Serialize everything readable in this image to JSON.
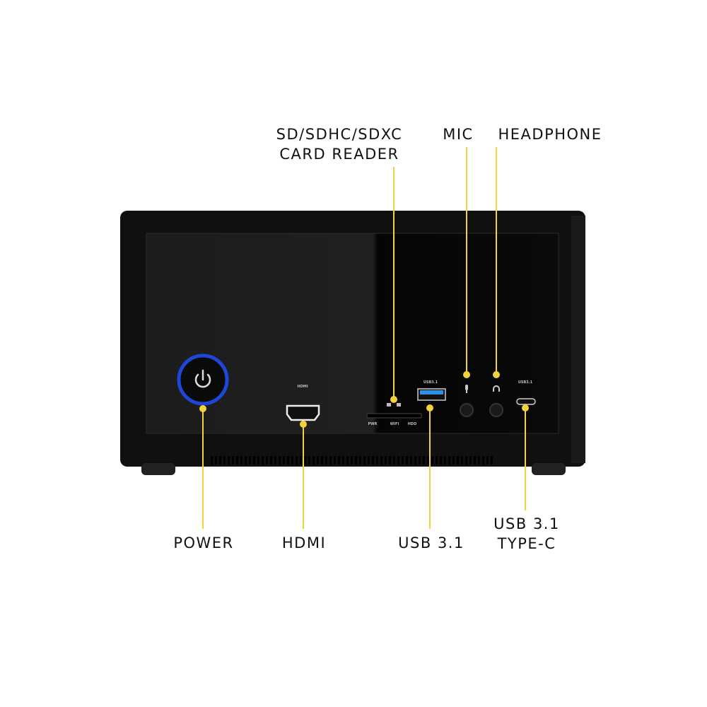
{
  "colors": {
    "callout": "#f4d23a",
    "power_ring": "#1e46d8",
    "usb_port": "#2f8fe0",
    "body": "#0e0e0e"
  },
  "callouts": {
    "card_reader": {
      "line1": "SD/SDHC/SDXC",
      "line2": "CARD READER"
    },
    "mic": "MIC",
    "headphone": "HEADPHONE",
    "power": "POWER",
    "hdmi": "HDMI",
    "usb": "USB 3.1",
    "typec": {
      "line1": "USB 3.1",
      "line2": "TYPE-C"
    }
  },
  "device_markings": {
    "hdmi": "HDMI",
    "usb": "USB3.1",
    "typec": "USB3.1",
    "pwr": "PWR",
    "wifi": "WIFI",
    "hdd": "HDD"
  },
  "icons": [
    "power-icon",
    "microphone-icon",
    "headphone-icon",
    "sd-card-icon"
  ]
}
